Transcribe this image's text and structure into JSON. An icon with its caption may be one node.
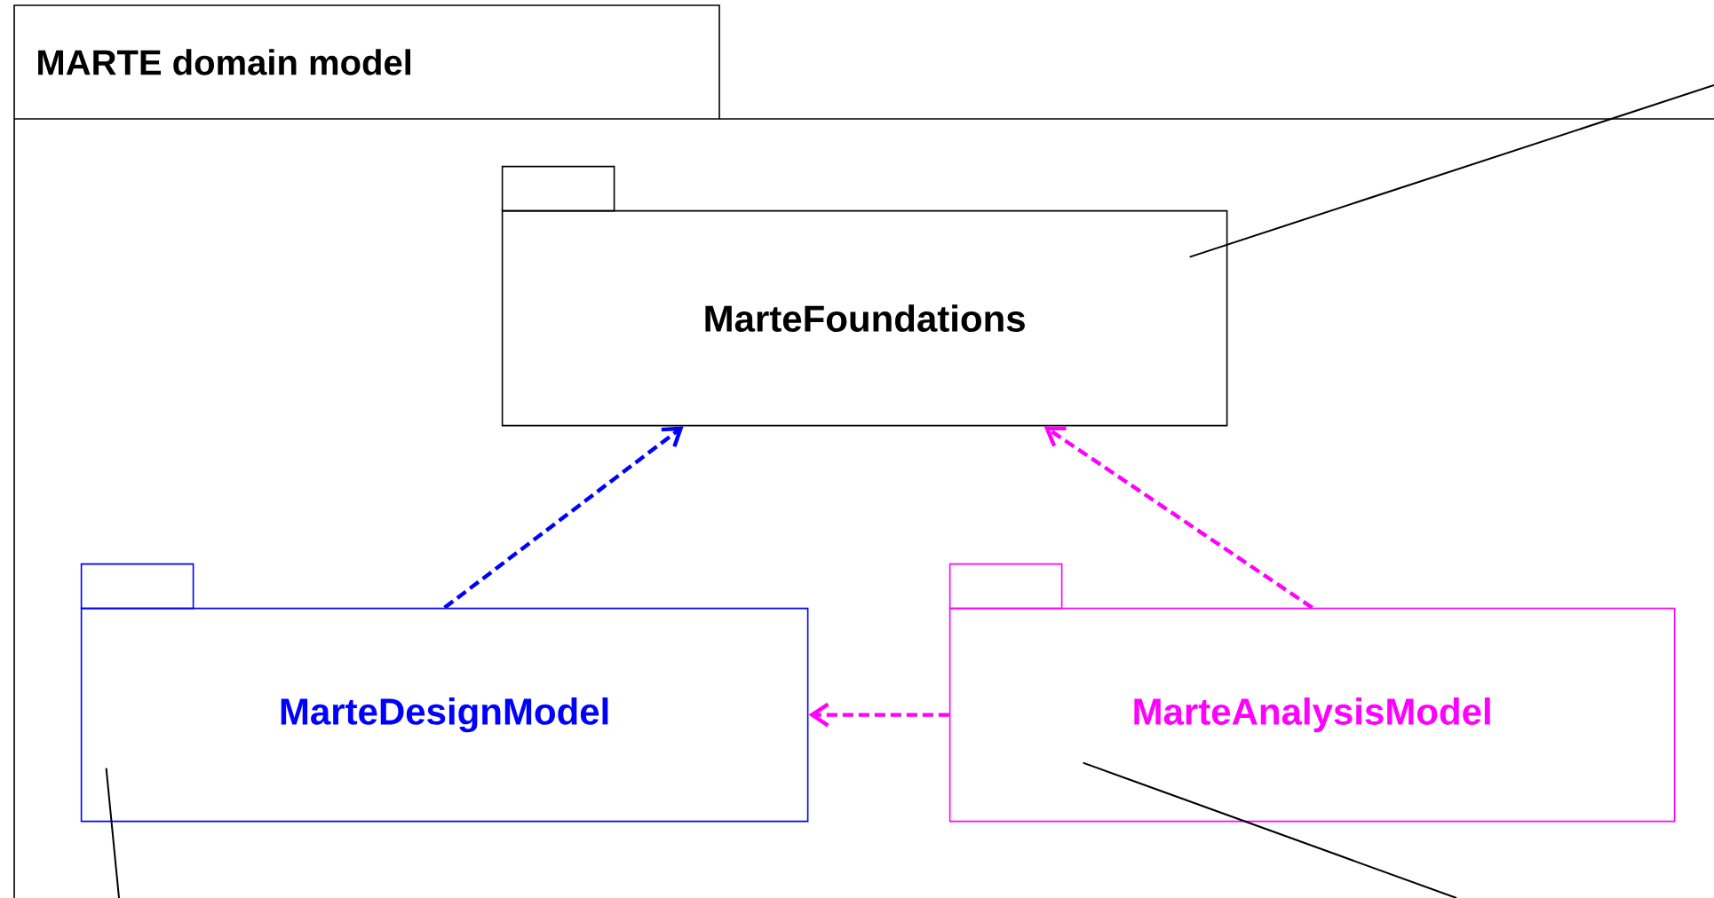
{
  "diagram": {
    "nodes": [
      {
        "text": [
          "MARTE domain model"
        ]
      },
      {
        "text": [
          "MarteFoundations"
        ],
        "in": 0
      },
      {
        "text": [
          "MarteDesignModel"
        ],
        "in": 0
      },
      {
        "text": [
          "MarteAnalysisModel"
        ],
        "in": 0
      }
    ],
    "edges": [
      {
        "from": 2,
        "to": 1,
        "arrow": "to",
        "style": "dashed",
        "color": "#0000ff"
      },
      {
        "from": 3,
        "to": 1,
        "arrow": "to",
        "style": "dashed",
        "color": "#ff00ff"
      },
      {
        "from": 3,
        "to": 2,
        "arrow": "to",
        "style": "dashed",
        "color": "#ff00ff"
      },
      {
        "from": 1,
        "to": null,
        "arrow": "none"
      },
      {
        "from": 2,
        "to": null,
        "arrow": "none"
      },
      {
        "from": 3,
        "to": null,
        "arrow": "none"
      }
    ]
  }
}
